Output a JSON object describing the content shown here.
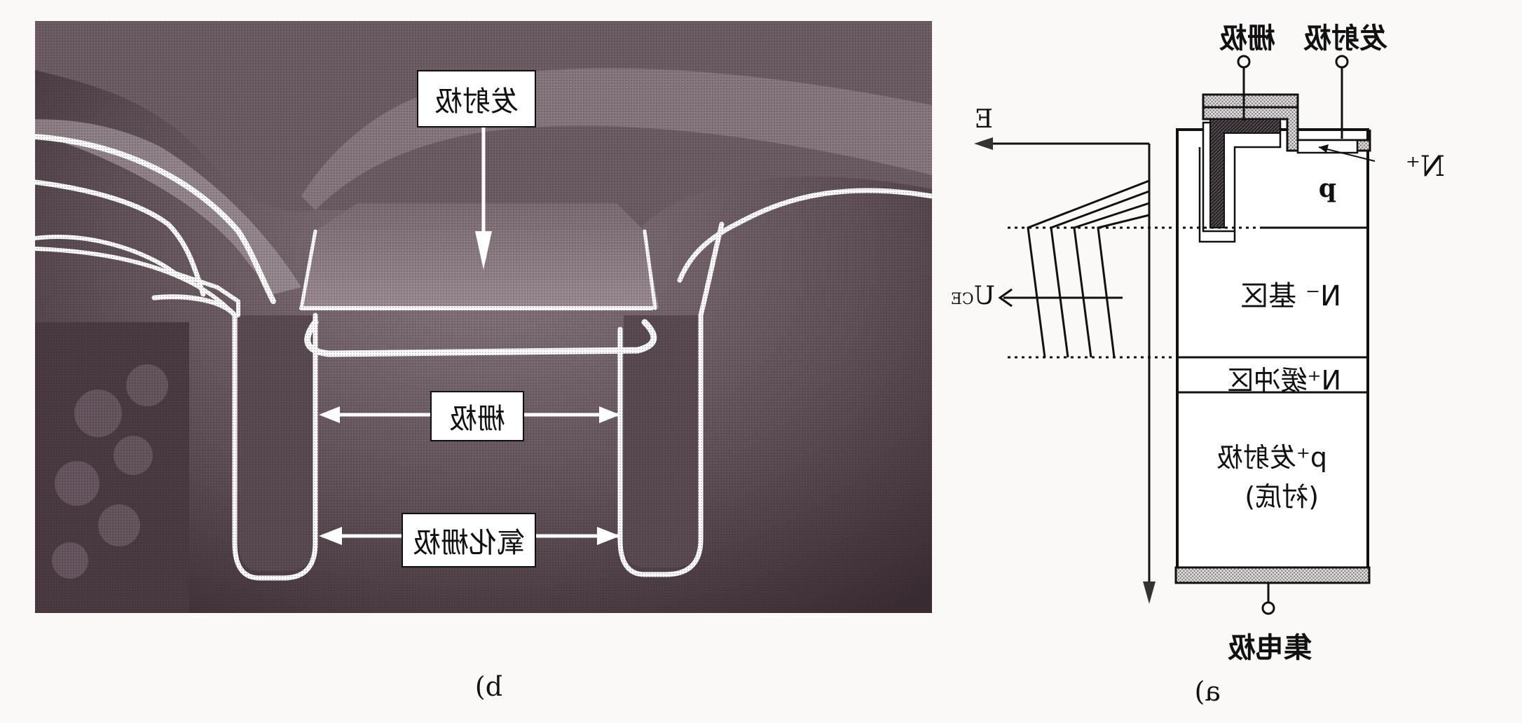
{
  "figure": {
    "mirrored": true,
    "colors": {
      "paper": "#fbf8f8",
      "ink": "#111111",
      "sem_dark": "#3d3036",
      "sem_mid": "#6a5a62",
      "sem_light": "#9a8c92",
      "sem_highlight": "#ffffff",
      "metal_hatch": "#555055"
    },
    "panel_a": {
      "caption": "a)",
      "terminals": {
        "gate": "栅极",
        "emitter": "发射极",
        "collector": "集电极"
      },
      "regions": {
        "n_plus_source": "N⁺",
        "p_body": "p",
        "n_minus_base": "N⁻ 基区",
        "n_plus_buffer": "N⁺缓冲区",
        "p_plus_emitter_line1": "p⁺发射极",
        "p_plus_emitter_line2": "(衬底)"
      },
      "field_plot": {
        "axis_label": "E",
        "voltage_label": "U",
        "voltage_subscript": "CE",
        "profile_count": 4
      }
    },
    "panel_b": {
      "caption": "b)",
      "labels": {
        "emitter": "发射极",
        "gate": "栅极",
        "gate_oxide": "氧化栅极"
      }
    }
  }
}
